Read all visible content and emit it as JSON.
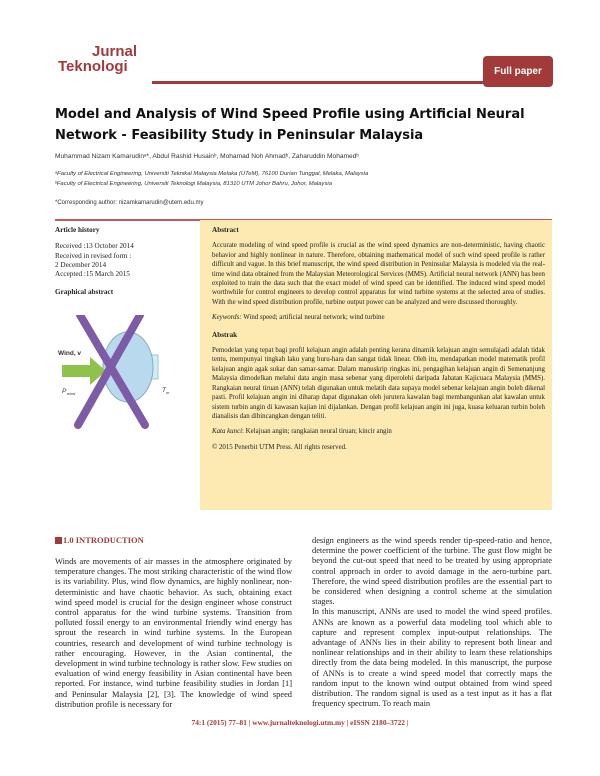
{
  "journal": {
    "name_line1": "Jurnal",
    "name_line2": "Teknologi",
    "badge": "Full paper",
    "accent": "#a33a3a"
  },
  "title": "Model and Analysis of Wind Speed Profile using Artificial Neural Network - Feasibility Study in Peninsular Malaysia",
  "authors": "Muhammad Nizam Kamarudinᵃ*, Abdul Rashid Husainᵇ, Mohamad Noh Ahmadᵇ, Zaharuddin Mohamedᵇ",
  "affiliations": [
    "ᵃFaculty of Electrical Engineering, Universiti Teknikal Malaysia Melaka (UTeM), 76100 Durian Tunggal, Melaka, Malaysia",
    "ᵇFaculty of Electrical Engineering, Universiti Teknologi Malaysia, 81310 UTM Johor Bahru, Johor, Malaysia"
  ],
  "corresponding": "*Corresponding author: nizamkamarudin@utem.edu.my",
  "history": {
    "heading": "Article history",
    "lines": [
      "Received :13 October 2014",
      "Received in revised form :",
      "2 December 2014",
      "Accepted :15 March 2015"
    ],
    "graphical": "Graphical abstract",
    "figure_labels": {
      "wind": "Wind, v",
      "pwind": "P",
      "pwind_sub": "wind",
      "tm": "T",
      "tm_sub": "m"
    }
  },
  "abstract": {
    "heading": "Abstract",
    "text": "Accurate modeling of wind speed profile is crucial as the wind speed dynamics are non-deterministic, having chaotic behavior and highly nonlinear in nature. Therefore, obtaining mathematical model of such wind speed profile is rather difficult and vague. In this brief manuscript, the wind speed distribution in Peninsular Malaysia is modeled via the real-time wind data obtained from the Malaysian Meteorological Services (MMS). Artificial neural network (ANN) has been exploited to train the data such that the exact model of wind speed can be identified. The induced wind speed model worthwhile for control engineers to develop control apparatus for wind turbine systems at the selected area of studies. With the wind speed distribution profile, turbine output power can be analyzed and were discussed thoroughly.",
    "keywords_label": "Keywords:",
    "keywords": " Wind speed; artificial neural network; wind turbine"
  },
  "abstrak": {
    "heading": "Abstrak",
    "text": "Pemodelan yang tepat bagi profil kelajuan angin adalah penting kerana dinamik kelajuan angin semulajadi adalah tidak tentu, mempunyai tingkah laku yang huru-hara dan sangat tidak linear. Oleh itu, mendapatkan model matematik profil kelajuan angin agak sukar dan samar-samar. Dalam manuskrip ringkas ini, pengagihan kelajuan angin di Semenanjung Malaysia dimodelkan melalui data angin masa sebenar yang diperolehi daripada Jabatan Kajicuaca Malaysia (MMS). Rangkaian neural tiruan (ANN) telah digunakan untuk melatih data supaya model sebenar kelajuan angin boleh dikenal pasti. Profil kelajuan angin ini diharap dapat digunakan oleh jurutera kawalan bagi membangunkan alat kawalan untuk sistem turbin angin di kawasan kajian ini dijalankan. Dengan profil kelajuan angin ini juga, kuasa keluaran turbin boleh dianalisis dan dibincangkan dengan teliti.",
    "keywords_label": "Kata kunci",
    "keywords": ": Kelajuan angin; rangkaian neural tiruan; kincir angin",
    "copyright": "© 2015 Penerbit UTM Press. All rights reserved."
  },
  "intro": {
    "heading": "1.0 INTRODUCTION",
    "left": "Winds are movements of air masses in the atmosphere originated by temperature changes. The most striking characteristic of the wind flow is its variability. Plus, wind flow dynamics, are highly nonlinear, non-deterministic and have chaotic behavior. As such, obtaining exact wind speed model is crucial for the design engineer whose construct control apparatus for the wind turbine systems. Transition from polluted fossil energy to an environmental friendly wind energy has sprout the research in wind turbine systems. In the European countries, research and development of wind turbine technology is rather encouraging. However, in the Asian continental, the development in wind turbine technology is rather slow. Few studies on evaluation of wind energy feasibility in Asian continental have been reported. For instance, wind turbine feasibility studies in Jordan [1] and Peninsular Malaysia [2], [3]. The knowledge of wind speed distribution profile is necessary for",
    "right1": "design engineers as the wind speeds render tip-speed-ratio and hence, determine the power coefficient of the turbine. The gust flow might be beyond the cut-out speed that need to be treated by using appropriate control approach in order to avoid damage in the aero-turbine part. Therefore, the wind speed distribution profiles are the essential part to be considered when designing a control scheme at the simulation stages.",
    "right2": "In this manuscript, ANNs are used to model the wind speed profiles. ANNs are known as a powerful data modeling tool which able to capture and represent complex input-output relationships. The advantage of ANNs lies in their ability to represent both linear and nonlinear relationships and in their ability to learn these relationships directly from the data being modeled. In this manuscript, the purpose of ANNs is to create a wind speed model that correctly maps the random input to the known wind output obtained from wind speed distribution. The random signal is used as a test input as it has a flat frequency spectrum. To reach main"
  },
  "footer": "74:1 (2015) 77–81 | www.jurnalteknologi.utm.my | eISSN 2180–3722 |"
}
